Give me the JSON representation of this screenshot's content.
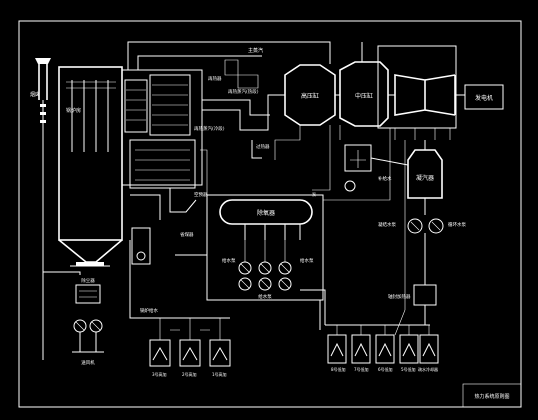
{
  "diagram": {
    "colors": {
      "background": "#000000",
      "line": "#ffffff"
    },
    "components": {
      "hp_turbine": "高压缸",
      "ip_turbine": "中压缸",
      "generator": "发电机",
      "condenser": "凝汽器",
      "deaerator": "除氧器",
      "boiler_room": "锅炉房",
      "condensate_pump": "凝结水泵",
      "gland_heater": "轴封加热器",
      "feed_pump_left": "给水泵",
      "feed_pump_mid": "给水泵",
      "feed_pump_right": "给水泵",
      "hp_heater_1": "1号高加",
      "hp_heater_2": "2号高加",
      "hp_heater_3": "3号高加",
      "lp_heater_5": "5号低加",
      "lp_heater_6": "6号低加",
      "lp_heater_7": "7号低加",
      "lp_heater_8": "8号低加",
      "drain_cooler": "疏水冷却器",
      "reheater_label": "再热器",
      "superheater_label": "过热器",
      "economizer_label": "省煤器",
      "air_preheater_label": "空预器",
      "reheat_steam_in": "再热蒸汽(热段)",
      "reheat_steam_out": "再热蒸汽(冷段)",
      "main_steam": "主蒸汽",
      "chimney": "烟囱",
      "dust_collector": "除尘器",
      "fan_label": "送风机",
      "feedwater_label": "锅炉给水",
      "makeup_water": "补给水",
      "circulating_pump": "循环水泵",
      "pump_label": "泵"
    },
    "title_block": "热力系统原则图"
  }
}
